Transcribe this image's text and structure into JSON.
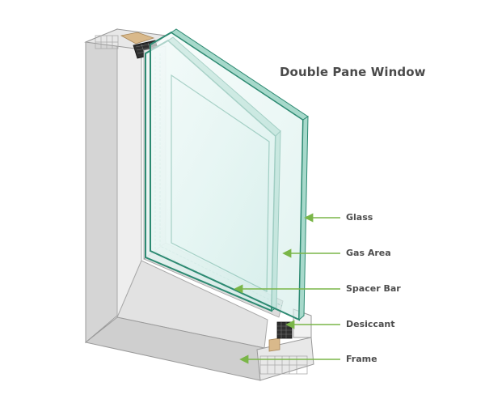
{
  "diagram": {
    "title": "Double Pane Window",
    "callouts": [
      {
        "label": "Glass",
        "arrow_color": "#7ab648"
      },
      {
        "label": "Gas Area",
        "arrow_color": "#7ab648"
      },
      {
        "label": "Spacer Bar",
        "arrow_color": "#7ab648"
      },
      {
        "label": "Desiccant",
        "arrow_color": "#7ab648"
      },
      {
        "label": "Frame",
        "arrow_color": "#7ab648"
      }
    ],
    "colors": {
      "frame_light": "#f1f1f1",
      "frame_mid": "#d5d5d5",
      "frame_dark": "#b9b9b9",
      "glass_fill": "#dff2ef",
      "glass_edge": "#2d8a72",
      "desiccant": "#2f2f2f",
      "spacer": "#cfcfcf",
      "seal": "#d9b98b"
    }
  }
}
